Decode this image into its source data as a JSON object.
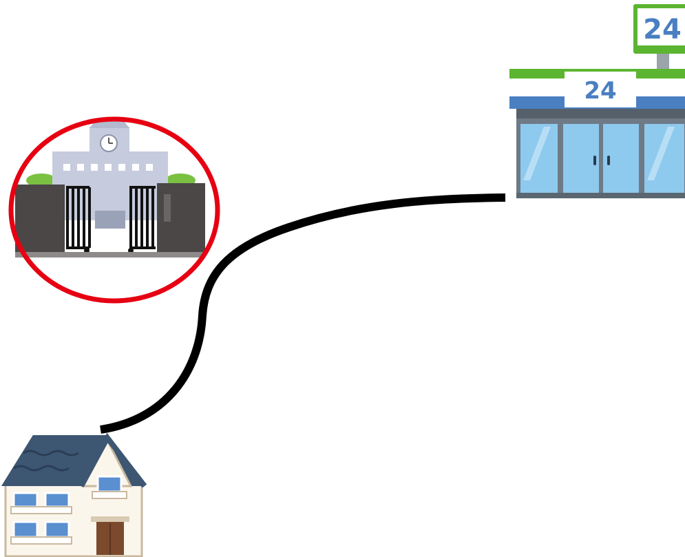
{
  "store": {
    "pole_sign_text": "24",
    "facade_sign_text": "24"
  },
  "colors": {
    "route_line": "#000000",
    "highlight_circle": "#e60012",
    "store_green": "#5cb531",
    "store_blue": "#4a7fc1",
    "glass": "#8ec9ee",
    "house_roof": "#3d5672",
    "school_building": "#c6ccdd",
    "gate_wall": "#4b4747"
  },
  "icons": [
    "school-gate-icon",
    "convenience-store-icon",
    "house-icon",
    "route-line",
    "highlight-circle"
  ]
}
